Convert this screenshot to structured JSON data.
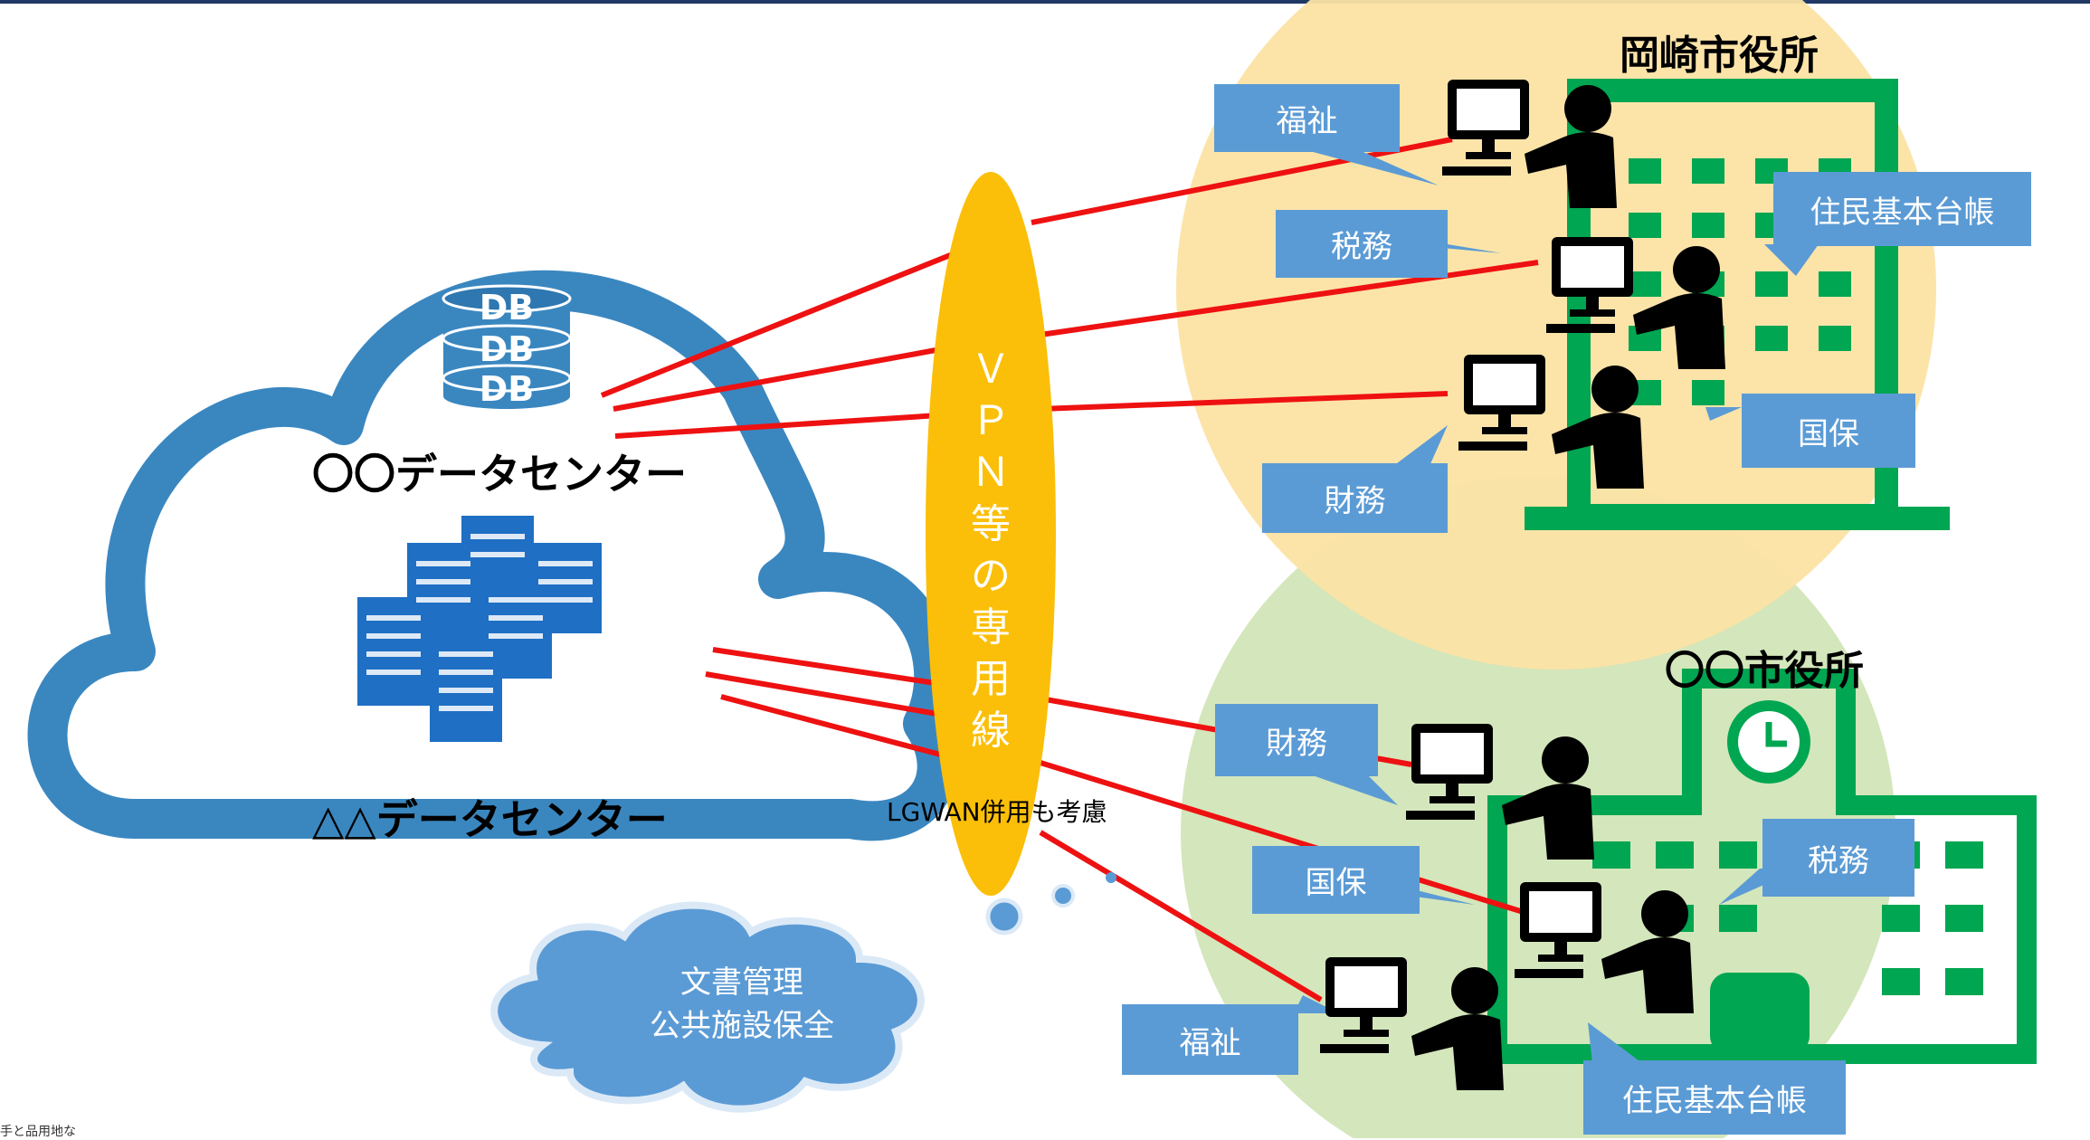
{
  "data_center_1": {
    "title": "〇〇データセンター",
    "db_labels": [
      "DB",
      "DB",
      "DB"
    ]
  },
  "data_center_2": {
    "title": "△△データセンター"
  },
  "vpn": {
    "label": "Ｖ\nＰ\nＮ\n等\nの\n専\n用\n線",
    "note": "LGWAN併用も考慮"
  },
  "doc_cloud": {
    "line1": "文書管理",
    "line2": "公共施設保全"
  },
  "office_okazaki": {
    "title": "岡崎市役所",
    "labels": {
      "welfare": "福祉",
      "tax": "税務",
      "resident": "住民基本台帳",
      "insurance": "国保",
      "finance": "財務"
    }
  },
  "office_other": {
    "title": "〇〇市役所",
    "labels": {
      "finance": "財務",
      "insurance": "国保",
      "tax": "税務",
      "welfare": "福祉",
      "resident": "住民基本台帳"
    }
  },
  "footnote": "手と品用地な",
  "colors": {
    "cloud_outline": "#3a87c0",
    "server_blue": "#1f6fc4",
    "vpn": "#fbbf09",
    "line_red": "#ee1111",
    "label_bg": "#5b9bd5",
    "building": "#00a651",
    "okazaki_circle": "#fce3a4",
    "other_circle": "#d4e6bb",
    "topbar": "#1f3864"
  }
}
